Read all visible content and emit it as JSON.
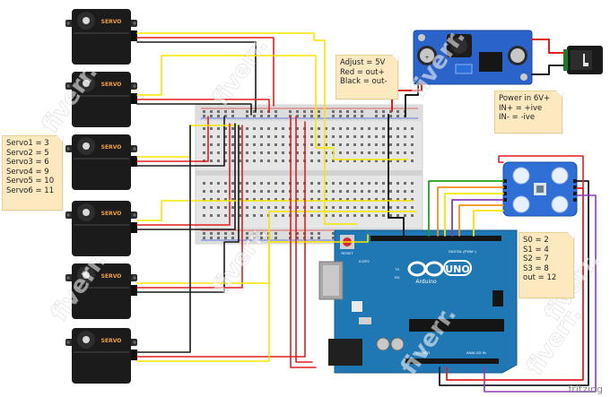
{
  "notes": {
    "servo_pins": [
      "Servo1 = 3",
      "Servo2 = 5",
      "Servo3 = 6",
      "Servo4 = 9",
      "Servo5 = 10",
      "Servo6 = 11"
    ],
    "buck_converter": [
      "Adjust = 5V",
      "Red = out+",
      "Black = out-"
    ],
    "power_input": [
      "Power in 6V+",
      "IN+ = +ive",
      "IN- = -ive"
    ],
    "color_sensor_pins": [
      "S0 = 2",
      "S1 = 4",
      "S2 = 7",
      "S3 = 8",
      "out = 12"
    ]
  },
  "servo": {
    "label": "SERVO",
    "count": 6
  },
  "arduino": {
    "logo_text": "UNO",
    "brand": "Arduino",
    "reset_label": "RESET",
    "icsp_label": "ICSP2",
    "tx_label": "TX",
    "rx_label": "RX",
    "power_label": "POWER",
    "analog_label": "ANALOG IN",
    "digital_label": "DIGITAL (PWM~)"
  },
  "watermark": "fiverr.",
  "footer": "fritzing",
  "colors": {
    "wire_red": "#e11f1f",
    "wire_black": "#1a1a1a",
    "wire_yellow": "#f7e600",
    "wire_green": "#1aa31a",
    "wire_orange": "#f0901a",
    "wire_purple": "#8a3bb8",
    "arduino_board": "#1f78b4",
    "module_blue": "#2a63c9",
    "note_background": "#fde9bf"
  }
}
